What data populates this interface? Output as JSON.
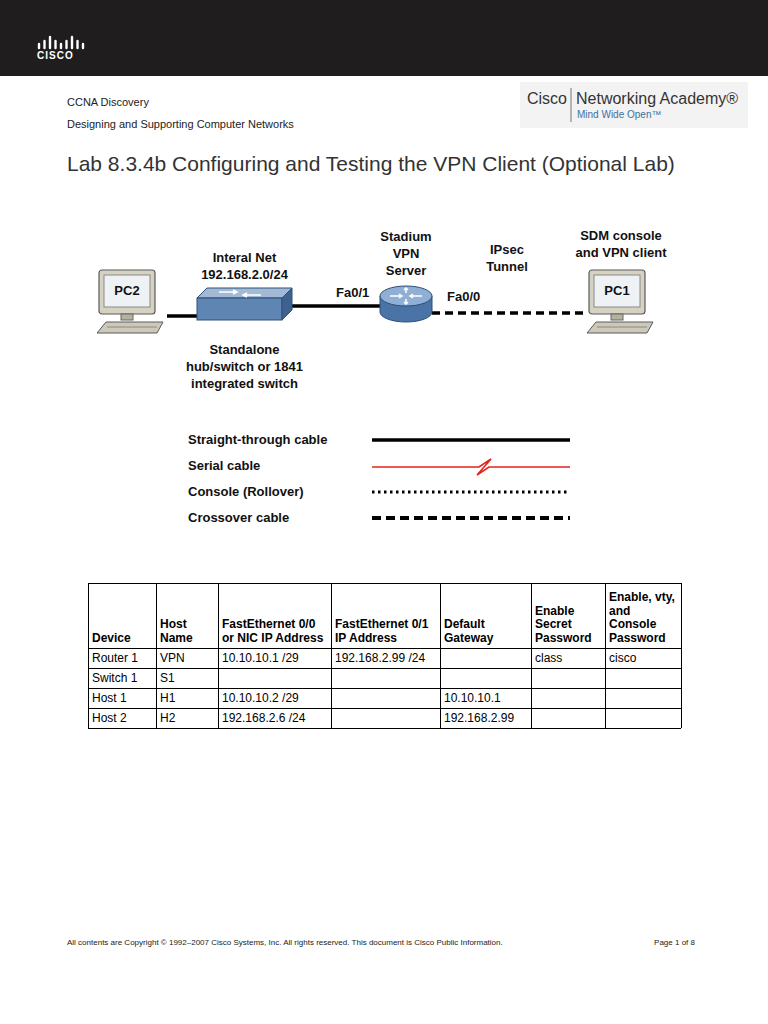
{
  "diagram": {
    "title": "Lab 8.3.4b Configuring and Testing the VPN Client (Optional Lab)",
    "nodes": [
      {
        "text": [
          "PC2"
        ]
      },
      {
        "text": [
          "Interal Net 192.168.2.0/24",
          "Standalone hub/switch or 1841 integrated switch"
        ]
      },
      {
        "text": [
          "Stadium VPN Server"
        ]
      },
      {
        "text": [
          "SDM console and VPN client",
          "PC1"
        ]
      }
    ],
    "edges": [
      {
        "from": 0,
        "to": 1,
        "arrow": "none"
      },
      {
        "from": 1,
        "to": 2,
        "label": "Fa0/1",
        "arrow": "none"
      },
      {
        "from": 2,
        "to": 3,
        "label": "Fa0/0",
        "arrow": "none"
      }
    ],
    "labels": [
      "CISCO",
      "CCNA Discovery",
      "Designing and Supporting Computer Networks",
      "Cisco",
      "Networking Academy®",
      "Mind Wide Open™",
      "IPsec Tunnel",
      "Device",
      "Host Name",
      "FastEthernet 0/0 or NIC IP Address",
      "FastEthernet 0/1 IP Address",
      "Default Gateway",
      "Enable Secret Password",
      "Enable, vty, and Console Password",
      "Router 1",
      "VPN",
      "10.10.10.1 /29",
      "192.168.2.99 /24",
      "class",
      "cisco",
      "Switch 1",
      "S1",
      "Host 1",
      "H1",
      "10.10.10.2 /29",
      "10.10.10.1",
      "Host 2",
      "H2",
      "192.168.2.6 /24",
      "192.168.2.99",
      "All contents are Copyright © 1992–2007 Cisco Systems, Inc. All rights reserved. This document is Cisco Public Information.",
      "Page 1 of 8"
    ],
    "legend": [
      {
        "text": "Straight-through cable"
      },
      {
        "text": "Serial cable"
      },
      {
        "text": "Console (Rollover)"
      },
      {
        "text": "Crossover cable"
      }
    ]
  }
}
